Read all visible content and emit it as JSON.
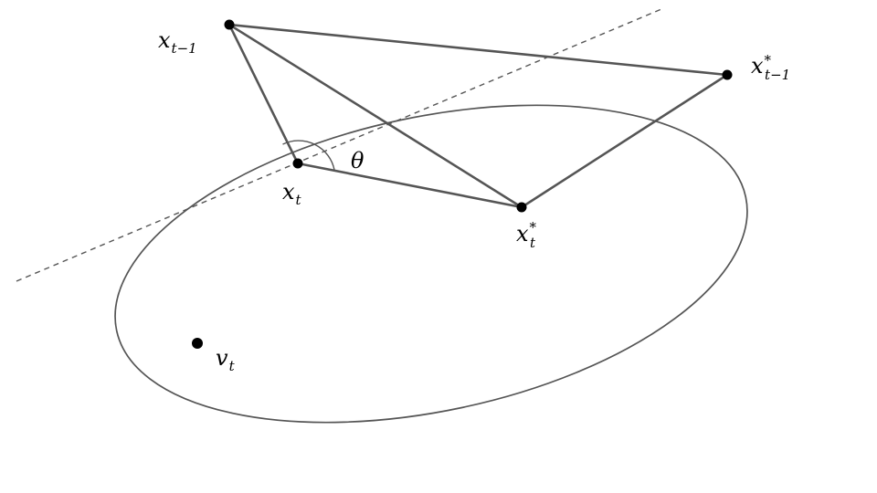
{
  "diagram": {
    "labels": {
      "x_prev": {
        "base": "x",
        "sub": "t−1",
        "sup": ""
      },
      "x_prev_star": {
        "base": "x",
        "sub": "t−1",
        "sup": "*"
      },
      "x_t": {
        "base": "x",
        "sub": "t",
        "sup": ""
      },
      "x_t_star": {
        "base": "x",
        "sub": "t",
        "sup": "*"
      },
      "v_t": {
        "base": "v",
        "sub": "t",
        "sup": ""
      },
      "theta": "θ"
    },
    "colors": {
      "stroke": "#555555",
      "point": "#000000",
      "background": "#ffffff"
    }
  }
}
